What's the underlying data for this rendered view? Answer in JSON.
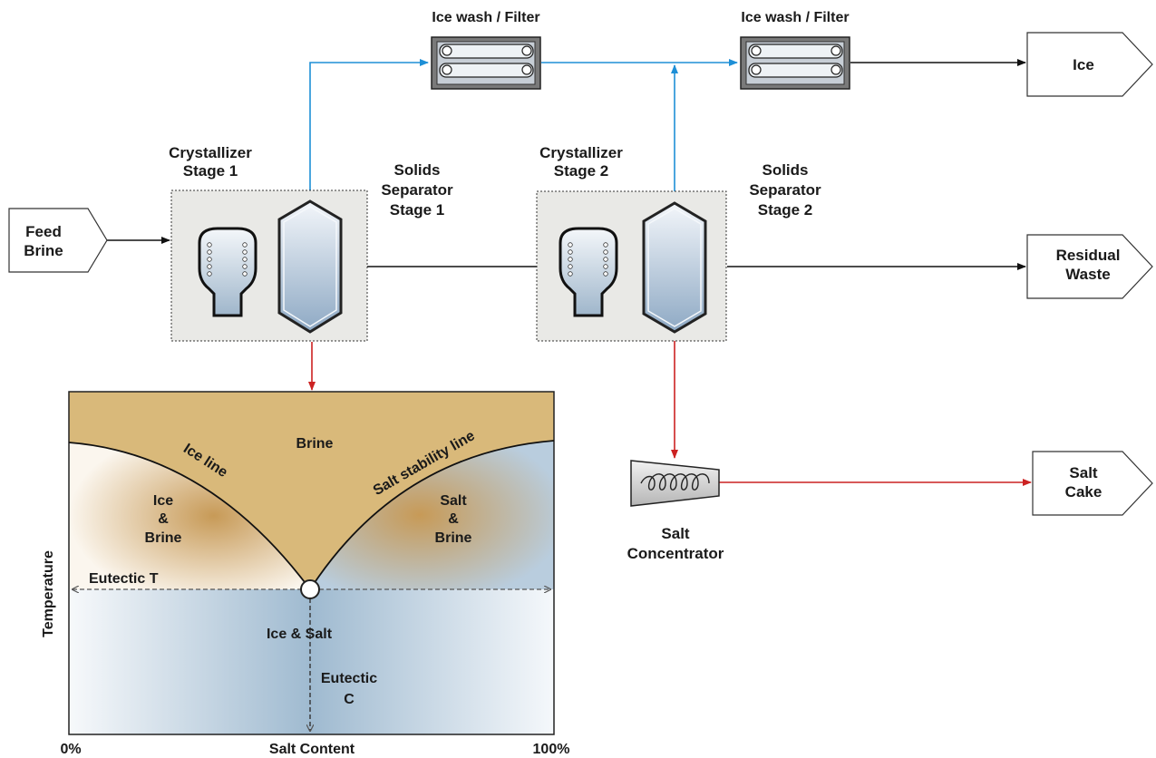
{
  "filters": {
    "filter1_label": "Ice wash / Filter",
    "filter2_label": "Ice wash / Filter"
  },
  "inputs": {
    "feed_line1": "Feed",
    "feed_line2": "Brine"
  },
  "stage1": {
    "crystallizer_line1": "Crystallizer",
    "crystallizer_line2": "Stage 1",
    "separator_line1": "Solids",
    "separator_line2": "Separator",
    "separator_line3": "Stage 1"
  },
  "stage2": {
    "crystallizer_line1": "Crystallizer",
    "crystallizer_line2": "Stage 2",
    "separator_line1": "Solids",
    "separator_line2": "Separator",
    "separator_line3": "Stage 2"
  },
  "outputs": {
    "ice": "Ice",
    "residual_line1": "Residual",
    "residual_line2": "Waste",
    "salt_cake_line1": "Salt",
    "salt_cake_line2": "Cake"
  },
  "concentrator": {
    "line1": "Salt",
    "line2": "Concentrator"
  },
  "phase_diagram": {
    "region_brine": "Brine",
    "ice_line": "Ice line",
    "salt_line": "Salt stability line",
    "ice_brine_1": "Ice",
    "ice_brine_2": "&",
    "ice_brine_3": "Brine",
    "salt_brine_1": "Salt",
    "salt_brine_2": "&",
    "salt_brine_3": "Brine",
    "eutectic_t": "Eutectic T",
    "ice_salt": "Ice & Salt",
    "eutectic_c_1": "Eutectic",
    "eutectic_c_2": "C",
    "y_label": "Temperature",
    "x_label": "Salt Content",
    "x_min": "0%",
    "x_max": "100%"
  },
  "colors": {
    "ice_flow": "#1e8fd6",
    "salt_flow": "#cc2222",
    "main_flow": "#111111",
    "brine_region": "#d9b97a",
    "ice_salt_region": "#b9cfe0"
  }
}
